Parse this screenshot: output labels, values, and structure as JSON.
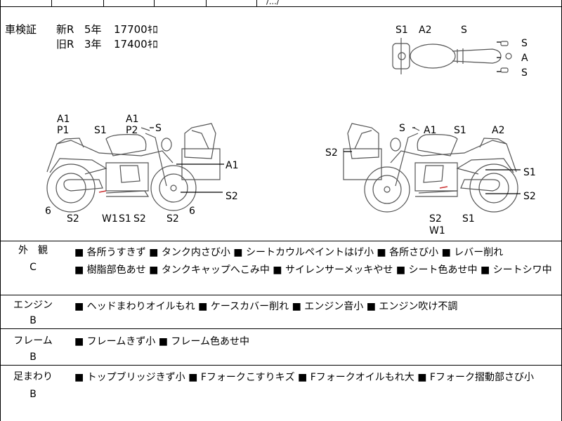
{
  "header_mark": "/…/",
  "registration": {
    "label": "車検証",
    "rows": [
      {
        "type": "新R",
        "years": "5年",
        "amount": "17700ｷﾛ"
      },
      {
        "type": "旧R",
        "years": "3年",
        "amount": "17400ｷﾛ"
      }
    ]
  },
  "diagram_labels": {
    "top": [
      "S1",
      "A2",
      "S",
      "S",
      "A",
      "S"
    ],
    "left": [
      "A1",
      "P1",
      "S1",
      "A1",
      "P2",
      "S",
      "A1",
      "S2",
      "6",
      "S2",
      "W1",
      "S1",
      "S2",
      "S2",
      "6"
    ],
    "right": [
      "S",
      "A1",
      "S1",
      "A2",
      "S2",
      "S1",
      "S2",
      "S2",
      "W1",
      "S1"
    ]
  },
  "inspection": [
    {
      "name": "外　観",
      "grade": "C",
      "items": [
        "各所うすきず",
        "タンク内さび小",
        "シートカウルペイントはげ小",
        "各所さび小",
        "レバー削れ",
        "樹脂部色あせ",
        "タンクキャップへこみ中",
        "サイレンサーメッキやせ",
        "シート色あせ中",
        "シートシワ中"
      ]
    },
    {
      "name": "エンジン",
      "grade": "B",
      "items": [
        "ヘッドまわりオイルもれ",
        "ケースカバー削れ",
        "エンジン音小",
        "エンジン吹け不調"
      ]
    },
    {
      "name": "フレーム",
      "grade": "B",
      "items": [
        "フレームきず小",
        "フレーム色あせ中"
      ]
    },
    {
      "name": "足まわり",
      "grade": "B",
      "items": [
        "トップブリッジきず小",
        "Fフォークこすりキズ",
        "Fフォークオイルもれ大",
        "Fフォーク摺動部さび小"
      ]
    }
  ]
}
